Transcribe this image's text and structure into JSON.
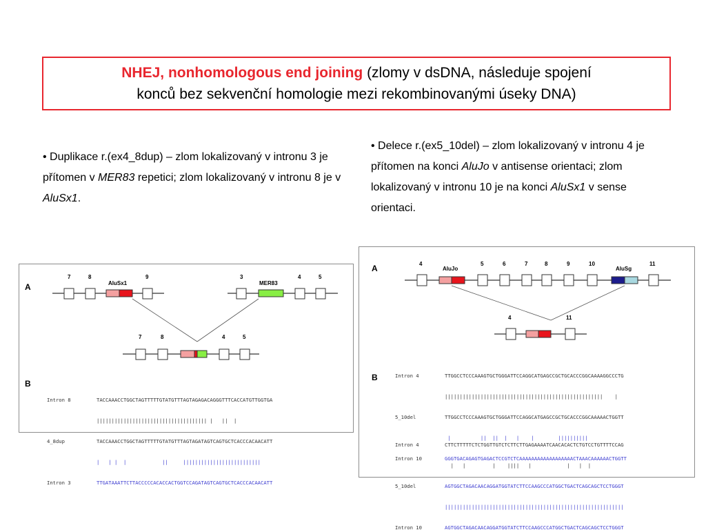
{
  "title": {
    "accent": "NHEJ, nonhomologous end joining",
    "rest_line1": " (zlomy v dsDNA, následuje spojení",
    "line2": "konců bez sekvenční homologie mezi rekombinovanými úseky DNA)"
  },
  "left_bullet": {
    "part1": "• Duplikace r.(ex4_8dup) – zlom lokalizovaný v intronu 3 je přítomen v ",
    "italic1": "MER83",
    "part2": " repetici; zlom lokalizovaný v intronu 8 je v ",
    "italic2": "AluSx1",
    "part3": "."
  },
  "right_bullet": {
    "part1": "• Delece r.(ex5_10del) – zlom lokalizovaný v intronu 4 je přítomen na konci ",
    "italic1": "AluJo",
    "part2": " v antisense orientaci; zlom lokalizovaný v intronu 10 je na konci ",
    "italic2": "AluSx1",
    "part3": " v sense orientaci."
  },
  "fig_left": {
    "panel_a": "A",
    "panel_b": "B",
    "top_left_exons": [
      "7",
      "8",
      "9"
    ],
    "top_left_repeat": "AluSx1",
    "top_right_exons": [
      "3",
      "4",
      "5"
    ],
    "top_right_repeat": "MER83",
    "bottom_exons": [
      "7",
      "8",
      "4",
      "5"
    ],
    "seq_rows": [
      {
        "name": "Intron 8",
        "seq": "TACCAAACCTGGCTAGTTTTTGTATGTTTAGTAGAGACAGGGTTTCACCATGTTGGTGA"
      },
      {
        "name": "",
        "seq": "||||||||||||||||||||||||||||||||||||| |   ||  |"
      },
      {
        "name": "4_8dup",
        "seq": "TACCAAACCTGGCTAGTTTTTGTATGTTTAGTAGATAGTCAGTGCTCACCCACAACATT"
      },
      {
        "name": "",
        "seq": "|   | |  |            ||     ||||||||||||||||||||||||||"
      },
      {
        "name": "Intron 3",
        "seq": "TTGATAAATTCTTACCCCCACACCACTGGTCCAGATAGTCAGTGCTCACCCACAACATT"
      }
    ]
  },
  "fig_right": {
    "panel_a": "A",
    "panel_b": "B",
    "top_exons": [
      "4",
      "5",
      "6",
      "7",
      "8",
      "9",
      "10",
      "11"
    ],
    "repeat_left": "AluJo",
    "repeat_right": "AluSg",
    "bottom_exons": [
      "4",
      "11"
    ],
    "seq_group1": [
      {
        "name": "Intron 4",
        "seq": "TTGGCCTCCCAAAGTGCTGGGATTCCAGGCATGAGCCGCTGCACCCGGCAAAAGGCCCTG"
      },
      {
        "name": "",
        "seq": "|||||||||||||||||||||||||||||||||||||||||||||||||||||    |"
      },
      {
        "name": "5_10del",
        "seq": "TTGGCCTCCCAAAGTGCTGGGATTCCAGGCATGAGCCGCTGCACCCGGCAAAAACTGGTT"
      },
      {
        "name": "",
        "seq": " |          ||  ||  |   |    |        ||||||||||"
      },
      {
        "name": "Intron 10",
        "seq": "GGGTGACAGAGTGAGACTCCGTCTCAAAAAAAAAAAAAAAAAACTAAACAAAAAACTGGTT"
      }
    ],
    "seq_group2": [
      {
        "name": "Intron 4",
        "seq": "CTTCTTTTTCTCTGGTTGTCTCTTCTTGAGAAAATCAACACACTCTGTCCTGTTTTCCAG"
      },
      {
        "name": "",
        "seq": "  |   |         |    ||||   |            |   |  |"
      },
      {
        "name": "5_10del",
        "seq": "AGTGGCTAGACAACAGGATGGTATCTTCCAAGCCCATGGCTGACTCAGCAGCTCCTGGGT"
      },
      {
        "name": "",
        "seq": "||||||||||||||||||||||||||||||||||||||||||||||||||||||||||||"
      },
      {
        "name": "Intron 10",
        "seq": "AGTGGCTAGACAACAGGATGGTATCTTCCAAGCCCATGGCTGACTCAGCAGCTCCTGGGT"
      }
    ]
  },
  "colors": {
    "title_accent": "#e8262e",
    "alu_light": "#f4a0a0",
    "alu_dark": "#e8141c",
    "mer83": "#88ee44",
    "alusg_dark": "#1c1c8c",
    "alusg_light": "#a8d8e0",
    "seq_blue": "#3b3bd0"
  }
}
